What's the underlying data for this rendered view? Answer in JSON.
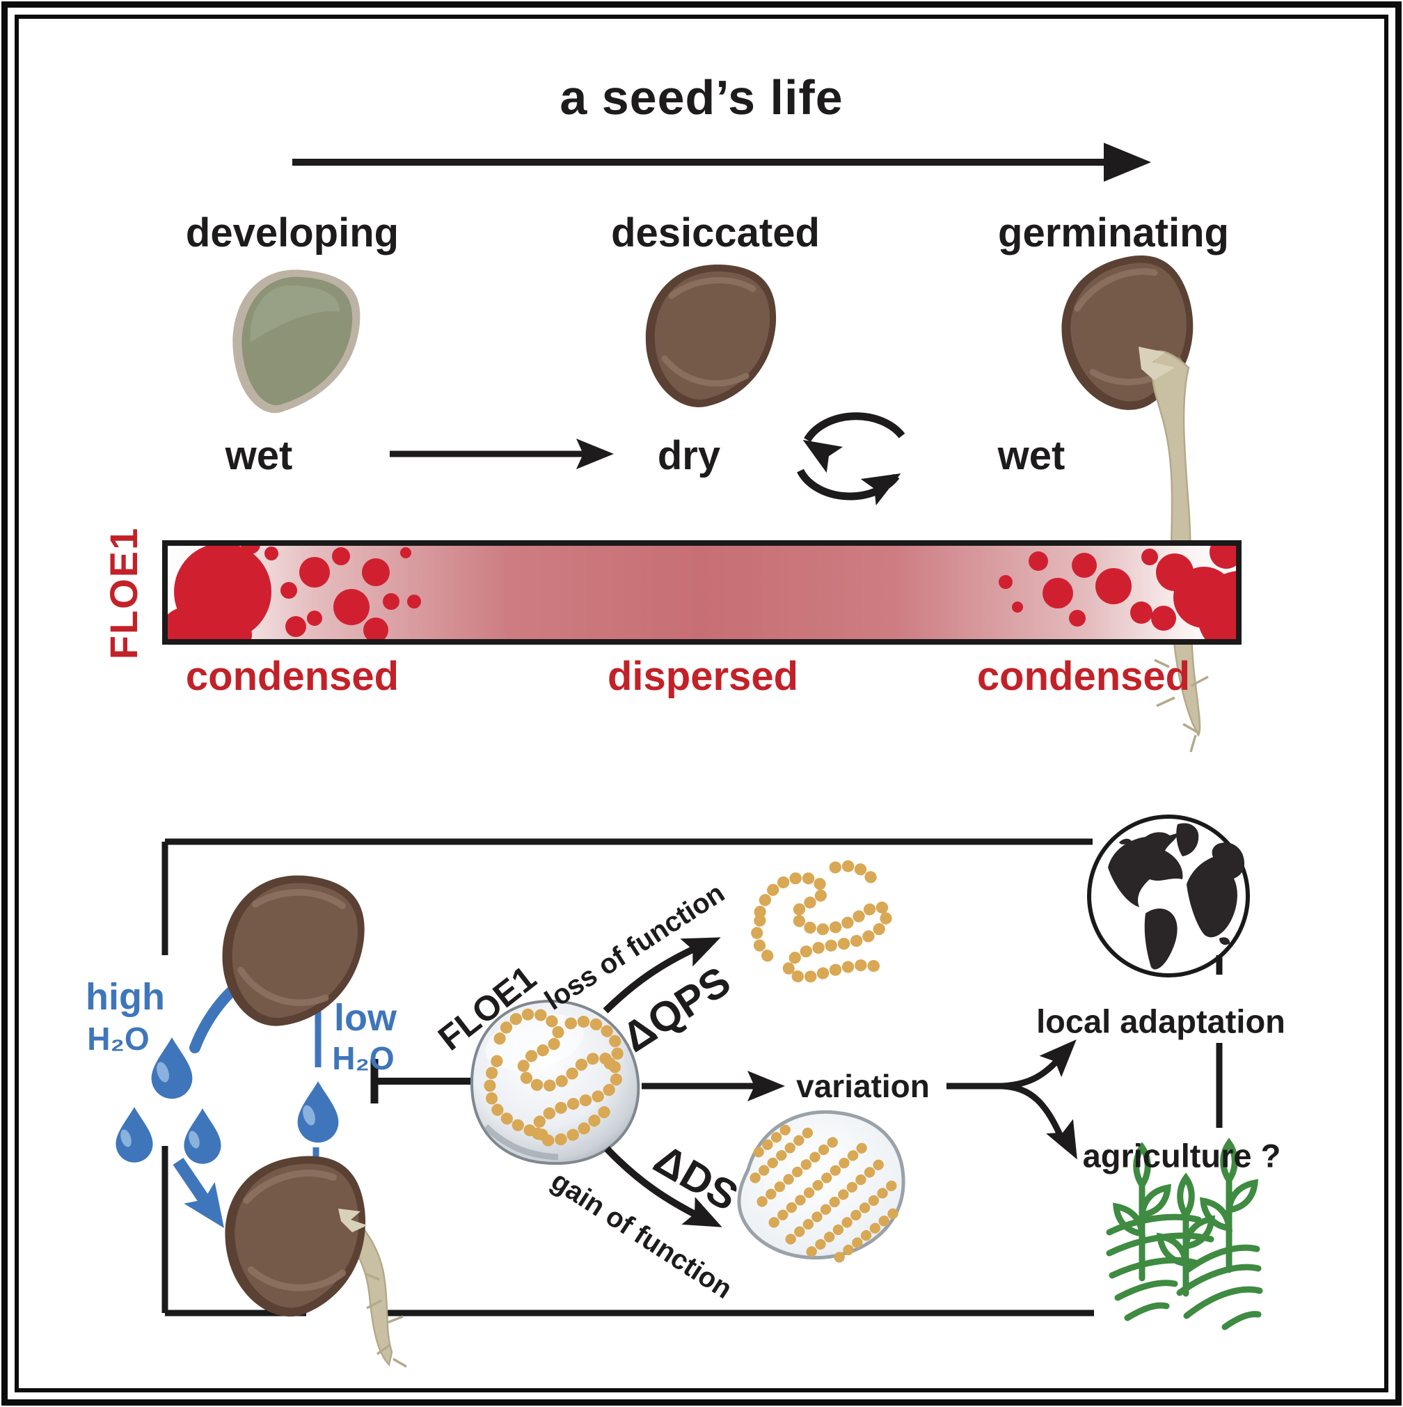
{
  "figure": {
    "type": "graphical-abstract",
    "topic": "FLOE1 phase separation during a seed's life"
  },
  "colors": {
    "red": "#c32128",
    "red_circle": "#d02030",
    "blue": "#3f76bb",
    "green": "#3e8b41",
    "black": "#1d1b1b",
    "bead_tan": "#d9a855",
    "seed_brown": "#755a4a",
    "seed_green": "#8d9377",
    "root_tan": "#c9c0a3"
  },
  "icons": {
    "right-arrow": "→",
    "cycle-arrows": "⇄",
    "inhibition-bar": "⊣",
    "water-droplet": "💧",
    "globe": "🌍",
    "crops-field": "🌾"
  },
  "top": {
    "title": "a seed’s life",
    "stages": [
      {
        "label": "developing"
      },
      {
        "label": "desiccated"
      },
      {
        "label": "germinating"
      }
    ],
    "moisture": {
      "left": "wet",
      "middle": "dry",
      "right": "wet"
    }
  },
  "floe_bar": {
    "label": "FLOE1",
    "states": [
      "condensed",
      "dispersed",
      "condensed"
    ]
  },
  "bottom": {
    "high": {
      "label": "high",
      "formula": "H₂O"
    },
    "low": {
      "label": "low",
      "formula": "H₂O"
    },
    "floe1": "FLOE1",
    "loss": "loss of function",
    "dqps": "ΔQPS",
    "dds": "ΔDS",
    "gain": "gain of function",
    "variation": "variation",
    "local_adaptation": "local adaptation",
    "agriculture": "agriculture ?"
  }
}
